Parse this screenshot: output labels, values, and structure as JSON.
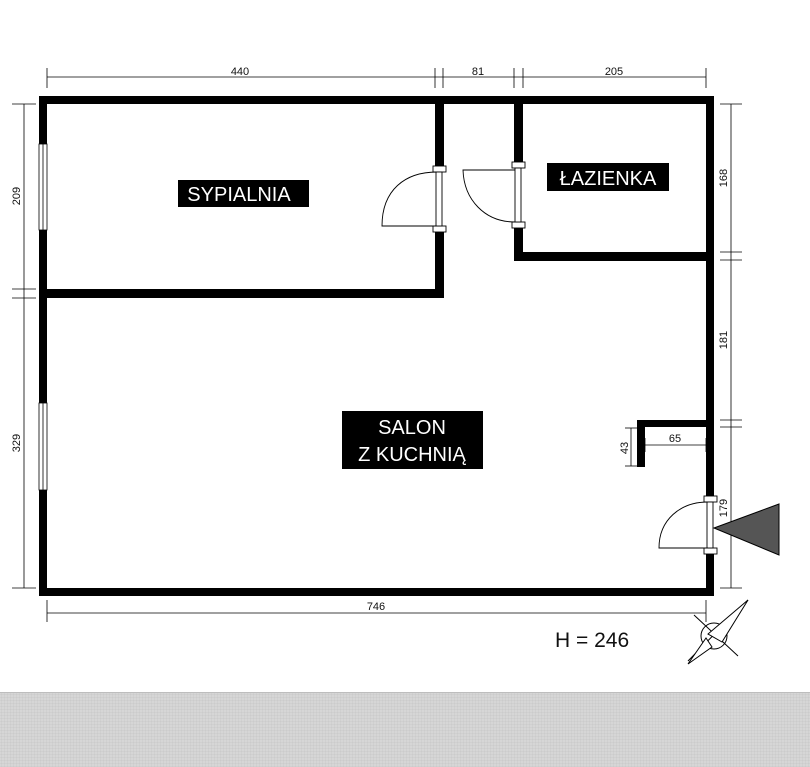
{
  "plan": {
    "rooms": {
      "bedroom": "SYPIALNIA",
      "bathroom": "ŁAZIENKA",
      "living_line1": "SALON",
      "living_line2": "Z KUCHNIĄ"
    },
    "dimensions": {
      "top_left": "440",
      "top_mid": "81",
      "top_right": "205",
      "bottom": "746",
      "left_upper": "209",
      "left_lower": "329",
      "right_upper": "168",
      "right_mid": "181",
      "right_lower": "179",
      "niche_width": "65",
      "niche_depth": "43"
    },
    "height_label": "H = 246"
  },
  "colors": {
    "wall": "#000000",
    "sheet": "#ffffff",
    "background": "#d9d9d9",
    "entrance_arrow": "#555555"
  }
}
